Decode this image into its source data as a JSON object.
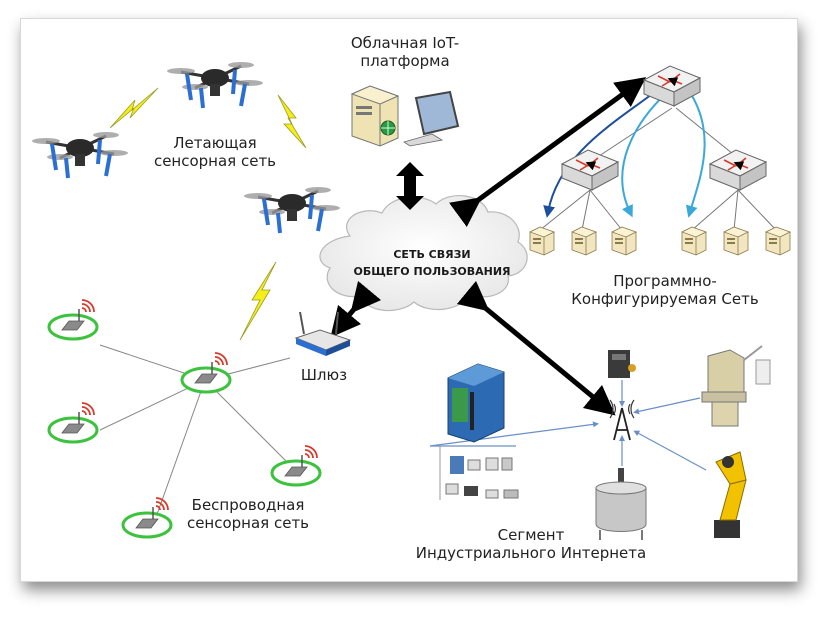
{
  "cloud": {
    "line1": "СЕТЬ СВЯЗИ",
    "line2": "ОБЩЕГО ПОЛЬЗОВАНИЯ"
  },
  "iot_platform": {
    "line1": "Облачная IoT-",
    "line2": "платформа"
  },
  "flying_network": {
    "line1": "Летающая",
    "line2": "сенсорная сеть"
  },
  "gateway": {
    "label": "Шлюз"
  },
  "wireless_network": {
    "line1": "Беспроводная",
    "line2": "сенсорная сеть"
  },
  "sdn": {
    "line1": "Программно-",
    "line2": "Конфигурируемая Сеть"
  },
  "industrial": {
    "line1": "Сегмент",
    "line2": "Индустриального Интернета"
  },
  "colors": {
    "drone_blue": "#2a6fd1",
    "sensor_ring": "#3cc23c",
    "lightning": "#f4ee1a",
    "arrow": "#000000",
    "sdn_arrow_dark": "#1e4f9c",
    "sdn_arrow_light": "#3aa8d8",
    "signal_red": "#d83a2a"
  }
}
